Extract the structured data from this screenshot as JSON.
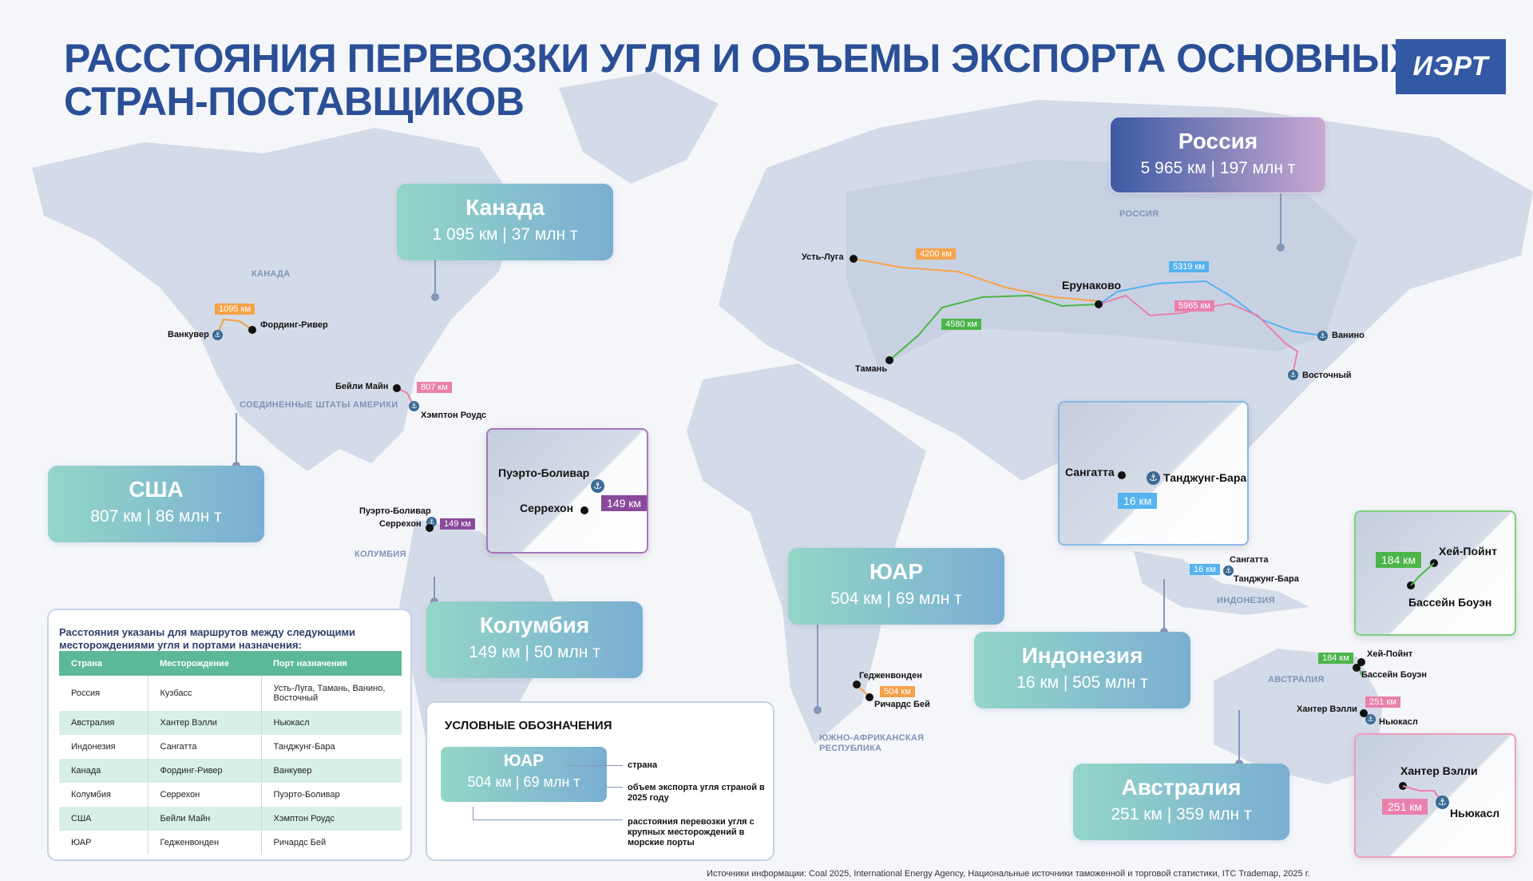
{
  "title": {
    "line1": "РАССТОЯНИЯ ПЕРЕВОЗКИ УГЛЯ И ОБЪЕМЫ ЭКСПОРТА ОСНОВНЫХ",
    "line2": "СТРАН-ПОСТАВЩИКОВ"
  },
  "logo": "ИЭРТ",
  "countries": {
    "russia": {
      "name": "Россия",
      "stats": "5 965 км | 197 млн т"
    },
    "canada": {
      "name": "Канада",
      "stats": "1 095 км | 37 млн т"
    },
    "usa": {
      "name": "США",
      "stats": "807 км | 86 млн т"
    },
    "colombia": {
      "name": "Колумбия",
      "stats": "149 км | 50 млн т"
    },
    "sa": {
      "name": "ЮАР",
      "stats": "504 км | 69 млн т"
    },
    "indonesia": {
      "name": "Индонезия",
      "stats": "16 км | 505 млн т"
    },
    "australia": {
      "name": "Австралия",
      "stats": "251 км | 359 млн т"
    }
  },
  "regions": {
    "russia": "РОССИЯ",
    "canada": "КАНАДА",
    "usa": "СОЕДИНЕННЫЕ ШТАТЫ АМЕРИКИ",
    "colombia": "КОЛУМБИЯ",
    "sa1": "ЮЖНО-АФРИКАНСКАЯ",
    "sa2": "РЕСПУБЛИКА",
    "indonesia": "ИНДОНЕЗИЯ",
    "australia": "АВСТРАЛИЯ"
  },
  "places": {
    "ust_luga": "Усть-Луга",
    "taman": "Тамань",
    "erunakovo": "Ерунаково",
    "vanino": "Ванино",
    "vostochny": "Восточный",
    "vancouver": "Ванкувер",
    "fording": "Фординг-Ривер",
    "bailey": "Бейли Майн",
    "hampton": "Хэмптон Роудс",
    "puerto": "Пуэрто-Боливар",
    "cerrejon": "Серрехон",
    "grootegeluk": "Гедженвонден",
    "richards": "Ричардс Бей",
    "sangatta": "Сангатта",
    "tanjung": "Танджунг-Бара",
    "hay": "Хей-Пойнт",
    "bowen": "Бассейн Боуэн",
    "hunter": "Хантер Вэлли",
    "newcastle": "Ньюкасл"
  },
  "distances": {
    "ust_luga": "4200 км",
    "taman": "4580 км",
    "vanino": "5319 км",
    "vostochny": "5965 км",
    "canada": "1095 км",
    "usa": "807 км",
    "colombia": "149 км",
    "sa": "504 км",
    "indonesia": "16 км",
    "hay": "184 км",
    "hunter": "251 км"
  },
  "route_colors": {
    "orange": "#f5a24a",
    "green": "#4cb54a",
    "blue": "#55b3ee",
    "pink": "#ea80ac",
    "purple": "#8a4a9c"
  },
  "table": {
    "intro": "Расстояния указаны для маршрутов между следующими месторождениями угля и портами назначения:",
    "headers": [
      "Страна",
      "Месторождение",
      "Порт назначения"
    ],
    "rows": [
      [
        "Россия",
        "Кузбасс",
        "Усть-Луга, Тамань, Ванино, Восточный"
      ],
      [
        "Австралия",
        "Хантер Вэлли",
        "Ньюкасл"
      ],
      [
        "Индонезия",
        "Сангатта",
        "Танджунг-Бара"
      ],
      [
        "Канада",
        "Фординг-Ривер",
        "Ванкувер"
      ],
      [
        "Колумбия",
        "Серрехон",
        "Пуэрто-Боливар"
      ],
      [
        "США",
        "Бейли Майн",
        "Хэмптон Роудс"
      ],
      [
        "ЮАР",
        "Гедженвонден",
        "Ричардс Бей"
      ]
    ]
  },
  "legend": {
    "title": "УСЛОВНЫЕ ОБОЗНАЧЕНИЯ",
    "name": "ЮАР",
    "stats": "504 км | 69 млн т",
    "country": "страна",
    "volume": "объем экспорта угля страной в 2025 году",
    "distance": "расстояния перевозки угля с крупных месторождений в морские порты"
  },
  "footer": "Источники информации: Coal 2025, International Energy Agency, Национальные источники таможенной и торговой статистики, ITC Trademap, 2025 г."
}
